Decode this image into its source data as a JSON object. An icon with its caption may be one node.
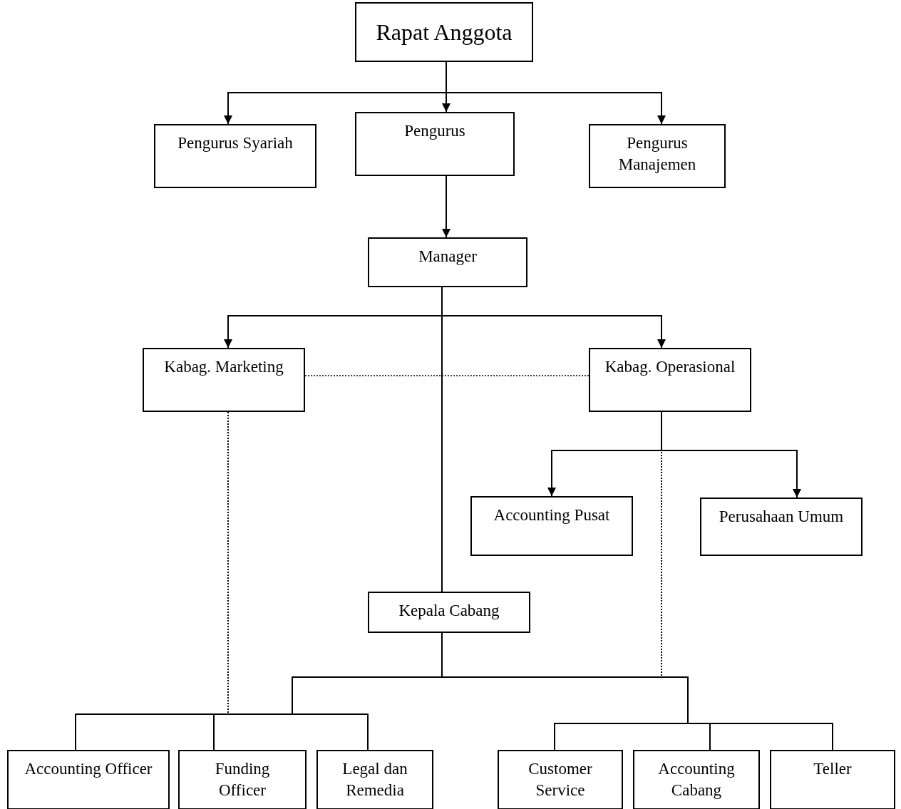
{
  "diagram": {
    "nodes": [
      {
        "text": [
          "Rapat Anggota"
        ]
      },
      {
        "text": [
          "Pengurus Syariah"
        ]
      },
      {
        "text": [
          "Pengurus"
        ]
      },
      {
        "text": [
          "Pengurus Manajemen"
        ]
      },
      {
        "text": [
          "Manager"
        ]
      },
      {
        "text": [
          "Kabag. Marketing"
        ]
      },
      {
        "text": [
          "Kabag. Operasional"
        ]
      },
      {
        "text": [
          "Accounting Pusat"
        ]
      },
      {
        "text": [
          "Perusahaan Umum"
        ]
      },
      {
        "text": [
          "Kepala Cabang"
        ]
      },
      {
        "text": [
          "Accounting Officer"
        ]
      },
      {
        "text": [
          "Funding Officer"
        ]
      },
      {
        "text": [
          "Legal dan Remedia"
        ]
      },
      {
        "text": [
          "Customer Service"
        ]
      },
      {
        "text": [
          "Accounting Cabang"
        ]
      },
      {
        "text": [
          "Teller"
        ]
      }
    ],
    "edges": [
      {
        "from": 0,
        "to": 1,
        "arrow": "to"
      },
      {
        "from": 0,
        "to": 2,
        "arrow": "to"
      },
      {
        "from": 0,
        "to": 3,
        "arrow": "to"
      },
      {
        "from": 2,
        "to": 4,
        "arrow": "to"
      },
      {
        "from": 4,
        "to": 5,
        "arrow": "to"
      },
      {
        "from": 4,
        "to": 6,
        "arrow": "to"
      },
      {
        "from": 5,
        "to": 6,
        "arrow": "none",
        "style": "dashed"
      },
      {
        "from": 4,
        "to": 9,
        "arrow": "none"
      },
      {
        "from": 6,
        "to": 7,
        "arrow": "to"
      },
      {
        "from": 6,
        "to": 8,
        "arrow": "to"
      },
      {
        "from": 9,
        "to": 10,
        "arrow": "none"
      },
      {
        "from": 9,
        "to": 11,
        "arrow": "none"
      },
      {
        "from": 9,
        "to": 12,
        "arrow": "none"
      },
      {
        "from": 9,
        "to": 13,
        "arrow": "none"
      },
      {
        "from": 9,
        "to": 14,
        "arrow": "none"
      },
      {
        "from": 9,
        "to": 15,
        "arrow": "none"
      },
      {
        "from": 5,
        "to": 10,
        "arrow": "none",
        "style": "dashed"
      },
      {
        "from": 5,
        "to": 11,
        "arrow": "none",
        "style": "dashed"
      },
      {
        "from": 5,
        "to": 12,
        "arrow": "none",
        "style": "dashed"
      },
      {
        "from": 6,
        "to": 13,
        "arrow": "none",
        "style": "dashed"
      },
      {
        "from": 6,
        "to": 14,
        "arrow": "none",
        "style": "dashed"
      },
      {
        "from": 6,
        "to": 15,
        "arrow": "none",
        "style": "dashed"
      }
    ]
  }
}
